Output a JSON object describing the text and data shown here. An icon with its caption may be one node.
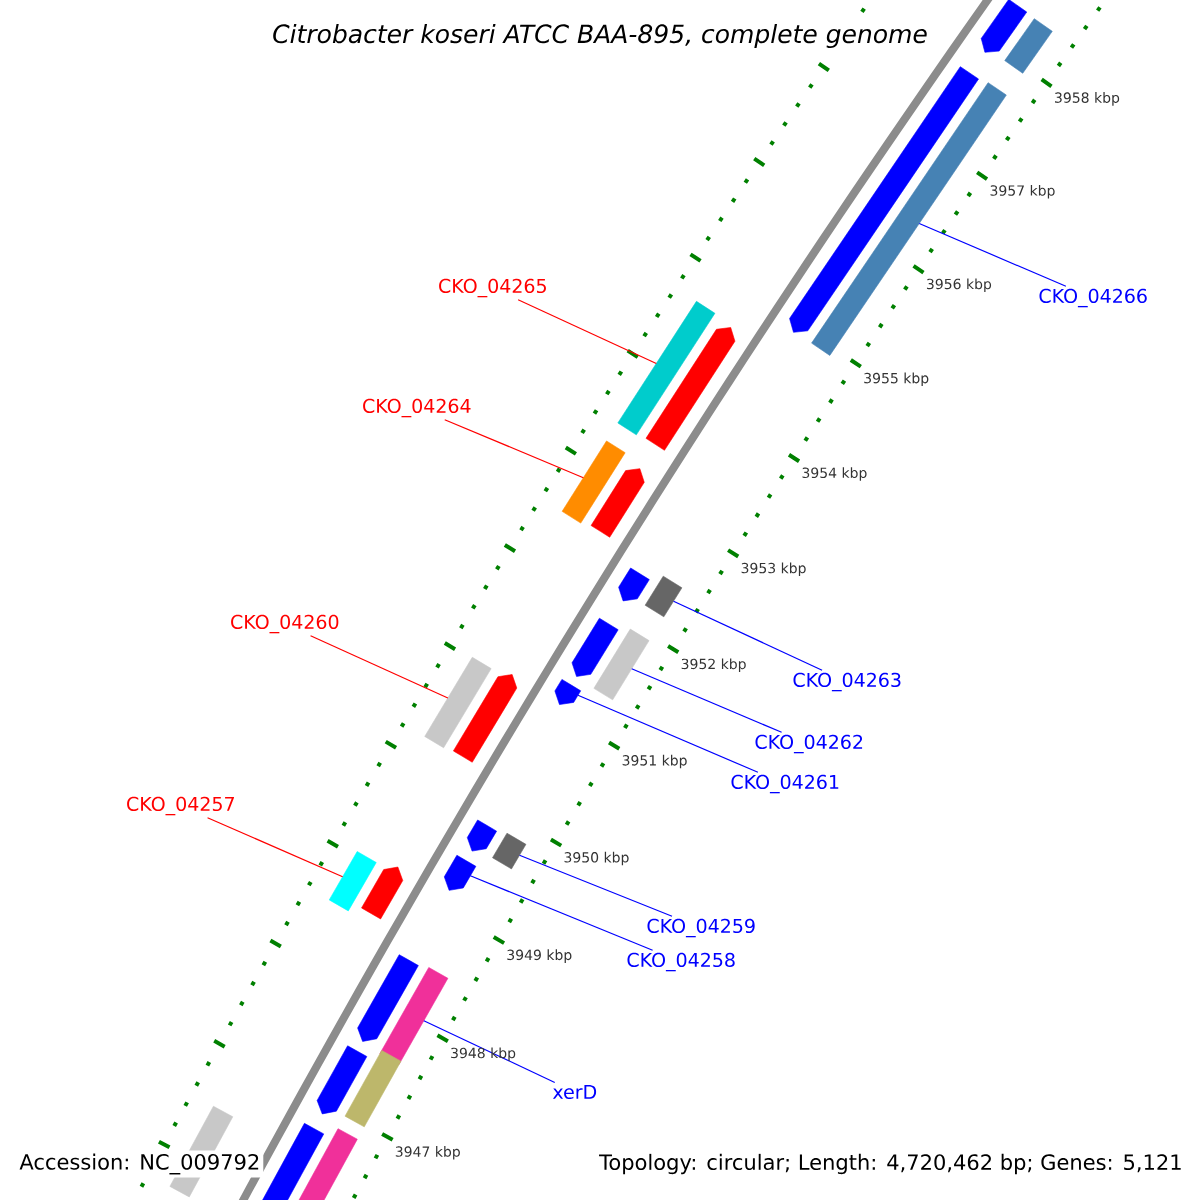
{
  "diagram": {
    "title": "Citrobacter koseri ATCC BAA-895, complete genome",
    "nodes": [
      {
        "text": [
          "CKO_04265"
        ]
      },
      {
        "text": [
          "CKO_04266"
        ]
      },
      {
        "text": [
          "CKO_04264"
        ]
      },
      {
        "text": [
          "CKO_04260"
        ]
      },
      {
        "text": [
          "CKO_04263"
        ]
      },
      {
        "text": [
          "CKO_04262"
        ]
      },
      {
        "text": [
          "CKO_04261"
        ]
      },
      {
        "text": [
          "CKO_04257"
        ]
      },
      {
        "text": [
          "CKO_04259"
        ]
      },
      {
        "text": [
          "CKO_04258"
        ]
      },
      {
        "text": [
          "xerD"
        ]
      },
      {
        "text": [],
        "shape": "bar"
      },
      {
        "text": [],
        "shape": "bar"
      },
      {
        "text": [],
        "shape": "bar"
      },
      {
        "text": [],
        "shape": "bar"
      },
      {
        "text": [],
        "shape": "bar"
      },
      {
        "text": [],
        "shape": "bar"
      },
      {
        "text": [],
        "shape": "bar"
      },
      {
        "text": [],
        "shape": "bar"
      },
      {
        "text": [],
        "shape": "bar"
      },
      {
        "text": [],
        "shape": "bar"
      },
      {
        "text": [],
        "shape": "bar"
      },
      {
        "text": [],
        "shape": "bar"
      },
      {
        "text": [],
        "shape": "bar"
      },
      {
        "text": [],
        "shape": "bar"
      },
      {
        "text": [],
        "shape": "bar"
      },
      {
        "text": [],
        "shape": "bar"
      },
      {
        "text": [],
        "shape": "bar"
      },
      {
        "text": [],
        "shape": "bar"
      },
      {
        "text": [],
        "shape": "bar"
      },
      {
        "text": [],
        "shape": "bar"
      },
      {
        "text": [],
        "shape": "bar"
      },
      {
        "text": [],
        "shape": "bar"
      },
      {
        "text": [],
        "shape": "bar"
      },
      {
        "text": [],
        "shape": "bar"
      },
      {
        "text": [],
        "shape": "bar"
      },
      {
        "text": [],
        "shape": "bar"
      },
      {
        "text": [],
        "shape": "bar"
      }
    ],
    "edges": [
      {
        "from": 0,
        "to": 11,
        "arrow": "none",
        "color": "#ff0000"
      },
      {
        "from": 1,
        "to": 12,
        "arrow": "none"
      },
      {
        "from": 2,
        "to": 13,
        "arrow": "none",
        "color": "#ff0000"
      },
      {
        "from": 3,
        "to": 14,
        "arrow": "none",
        "color": "#ff0000"
      },
      {
        "from": 4,
        "to": 15,
        "arrow": "none"
      },
      {
        "from": 5,
        "to": 16,
        "arrow": "none"
      },
      {
        "from": 6,
        "to": 17,
        "arrow": "none"
      },
      {
        "from": 7,
        "to": 18,
        "arrow": "none",
        "color": "#ff0000"
      },
      {
        "from": 8,
        "to": 19,
        "arrow": "none"
      },
      {
        "from": 9,
        "to": 20,
        "arrow": "none"
      },
      {
        "from": 10,
        "to": 21,
        "arrow": "none"
      }
    ],
    "labels": [
      "3958 kbp",
      "3957 kbp",
      "3956 kbp",
      "3955 kbp",
      "3954 kbp",
      "3953 kbp",
      "3952 kbp",
      "3951 kbp",
      "3950 kbp",
      "3949 kbp",
      "3948 kbp",
      "3947 kbp",
      "Accession: NC_009792",
      "Topology: circular; Length: 4,720,462 bp; Genes: 5,121"
    ]
  }
}
